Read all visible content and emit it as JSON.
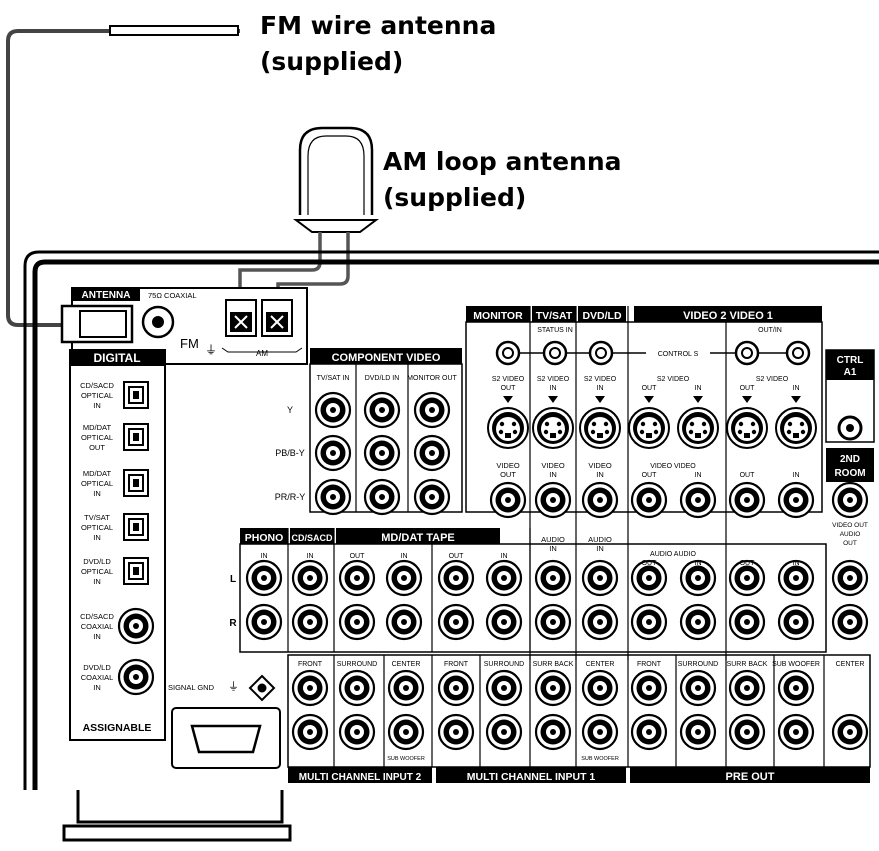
{
  "callouts": {
    "fm_line1": "FM wire antenna",
    "fm_line2": "(supplied)",
    "am_line1": "AM loop antenna",
    "am_line2": "(supplied)"
  },
  "panel": {
    "antenna": "ANTENNA",
    "coaxial": "75Ω COAXIAL",
    "fm": "FM",
    "am": "AM",
    "digital": "DIGITAL",
    "assignable": "ASSIGNABLE",
    "signal_gnd": "SIGNAL GND",
    "ctrl_a1": "CTRL A1",
    "second_room": "2ND ROOM",
    "video_out_audio_out": "VIDEO OUT AUDIO OUT",
    "control_s": "CONTROL S",
    "digital_inputs": [
      {
        "l1": "CD/SACD",
        "l2": "OPTICAL",
        "l3": "IN"
      },
      {
        "l1": "MD/DAT",
        "l2": "OPTICAL",
        "l3": "OUT"
      },
      {
        "l1": "MD/DAT",
        "l2": "OPTICAL",
        "l3": "IN"
      },
      {
        "l1": "TV/SAT",
        "l2": "OPTICAL",
        "l3": "IN"
      },
      {
        "l1": "DVD/LD",
        "l2": "OPTICAL",
        "l3": "IN"
      },
      {
        "l1": "CD/SACD",
        "l2": "COAXIAL",
        "l3": "IN"
      },
      {
        "l1": "DVD/LD",
        "l2": "COAXIAL",
        "l3": "IN"
      }
    ],
    "component_video": {
      "title": "COMPONENT VIDEO",
      "cols": [
        "TV/SAT IN",
        "DVD/LD IN",
        "MONITOR OUT"
      ],
      "rows": [
        "Y",
        "PB/B-Y",
        "PR/R-Y"
      ]
    },
    "sections": {
      "monitor": "MONITOR",
      "tvsat": "TV/SAT",
      "dvdld": "DVD/LD",
      "video2_video1": "VIDEO 2 VIDEO 1",
      "phono": "PHONO",
      "cdsacd": "CD/SACD",
      "mddat_tape": "MD/DAT TAPE",
      "multi_in_2": "MULTI CHANNEL INPUT 2",
      "multi_in_1": "MULTI CHANNEL INPUT 1",
      "pre_out": "PRE OUT"
    },
    "labels": {
      "status_in": "STATUS IN",
      "s2_video": "S2 VIDEO",
      "out": "OUT",
      "in": "IN",
      "out_in": "OUT/IN",
      "video_out": "VIDEO OUT",
      "video_in": "VIDEO IN",
      "video_video": "VIDEO VIDEO",
      "audio_in": "AUDIO IN",
      "audio_audio": "AUDIO AUDIO",
      "l": "L",
      "r": "R",
      "front": "FRONT",
      "surround": "SURROUND",
      "center": "CENTER",
      "surr_back": "SURR BACK",
      "sub_woofer": "SUB WOOFER"
    }
  }
}
